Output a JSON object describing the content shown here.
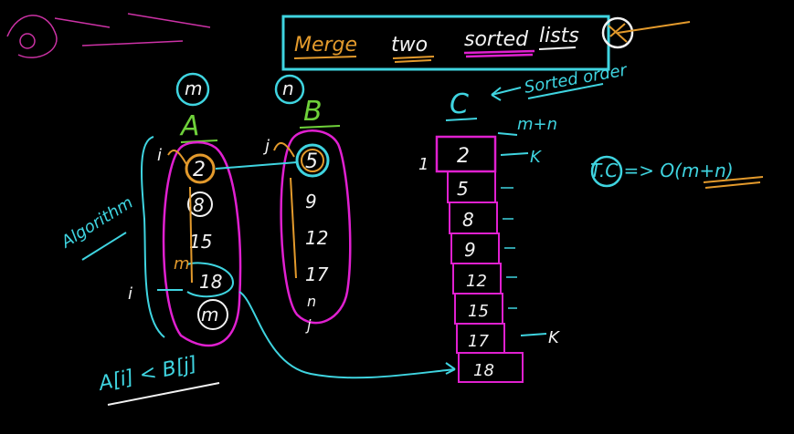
{
  "title": {
    "word1": "Merge",
    "word2": "two",
    "word3": "sorted",
    "word4": "lists"
  },
  "annotations": {
    "sorted_order": "Sorted order",
    "m": "m",
    "n": "n",
    "label_a": "A",
    "label_b": "B",
    "label_c": "C",
    "m_plus_n": "m+n",
    "pointer_i": "i",
    "pointer_j": "j",
    "pointer_k": "K",
    "pointer_k2": "K",
    "index_one": "1",
    "algorithm": "Algorithm",
    "condition": "A[i] < B[j]",
    "time_complexity": "T.C => O(m+n)",
    "i_side": "i",
    "a_end": "m",
    "b_end": "n",
    "j_side": "j"
  },
  "list_a": [
    "2",
    "8",
    "15",
    "18",
    "m"
  ],
  "list_b": [
    "5",
    "9",
    "12",
    "17"
  ],
  "list_c": [
    "2",
    "5",
    "8",
    "9",
    "12",
    "15",
    "17",
    "18"
  ],
  "colors": {
    "background": "#000000",
    "cyan": "#3fd4e0",
    "magenta": "#e020d0",
    "orange": "#e39a2c",
    "green": "#6fd13a",
    "white": "#f2f2f2",
    "pink": "#ff3fcf"
  }
}
